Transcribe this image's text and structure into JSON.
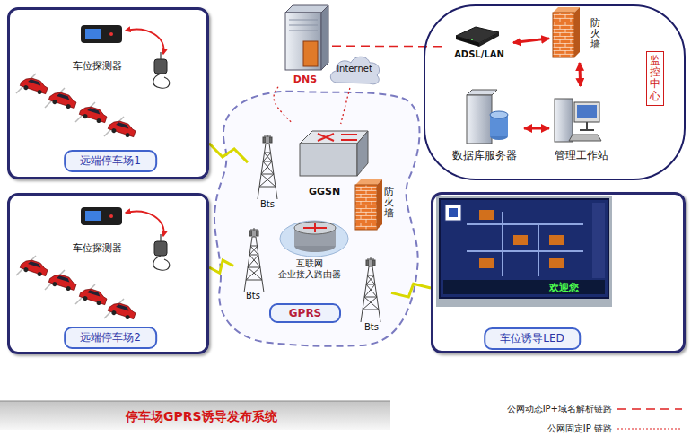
{
  "diagram": {
    "title": "停车场GPRS诱导发布系统",
    "nodes": [
      {
        "text": [
          "车位探测器",
          "远端停车场1"
        ]
      },
      {
        "text": [
          "车位探测器",
          "远端停车场2"
        ]
      },
      {
        "text": [
          "监控中心"
        ]
      },
      {
        "text": [
          "ADSL/LAN"
        ],
        "in": 2
      },
      {
        "text": [
          "防火墙"
        ],
        "in": 2
      },
      {
        "text": [
          "数据库服务器"
        ],
        "in": 2
      },
      {
        "text": [
          "管理工作站"
        ],
        "in": 2
      },
      {
        "text": [
          "DNS"
        ]
      },
      {
        "text": [
          "Internet"
        ]
      },
      {
        "text": [
          "GGSN"
        ]
      },
      {
        "text": [
          "防火墙"
        ]
      },
      {
        "text": [
          "互联网 企业接入路由器"
        ]
      },
      {
        "text": [
          "GPRS"
        ]
      },
      {
        "text": [
          "Bts"
        ]
      },
      {
        "text": [
          "Bts"
        ]
      },
      {
        "text": [
          "Bts"
        ]
      },
      {
        "text": [
          "车位诱导LED"
        ]
      }
    ],
    "edges": [
      {
        "from": 7,
        "to": 3,
        "arrow": "none"
      },
      {
        "from": 3,
        "to": 4,
        "arrow": "both"
      },
      {
        "from": 4,
        "to": 6,
        "arrow": "both"
      },
      {
        "from": 5,
        "to": 6,
        "arrow": "both"
      },
      {
        "from": 7,
        "to": 9,
        "arrow": "none"
      },
      {
        "from": 8,
        "to": 9,
        "arrow": "none"
      },
      {
        "from": 0,
        "to": 13,
        "arrow": "none"
      },
      {
        "from": 1,
        "to": 14,
        "arrow": "none"
      },
      {
        "from": 15,
        "to": 16,
        "arrow": "none"
      }
    ],
    "labels": [
      "欢迎您"
    ],
    "legend": [
      {
        "text": "公网动态IP+域名解析链路"
      },
      {
        "text": "公网固定IP 链路"
      }
    ]
  }
}
